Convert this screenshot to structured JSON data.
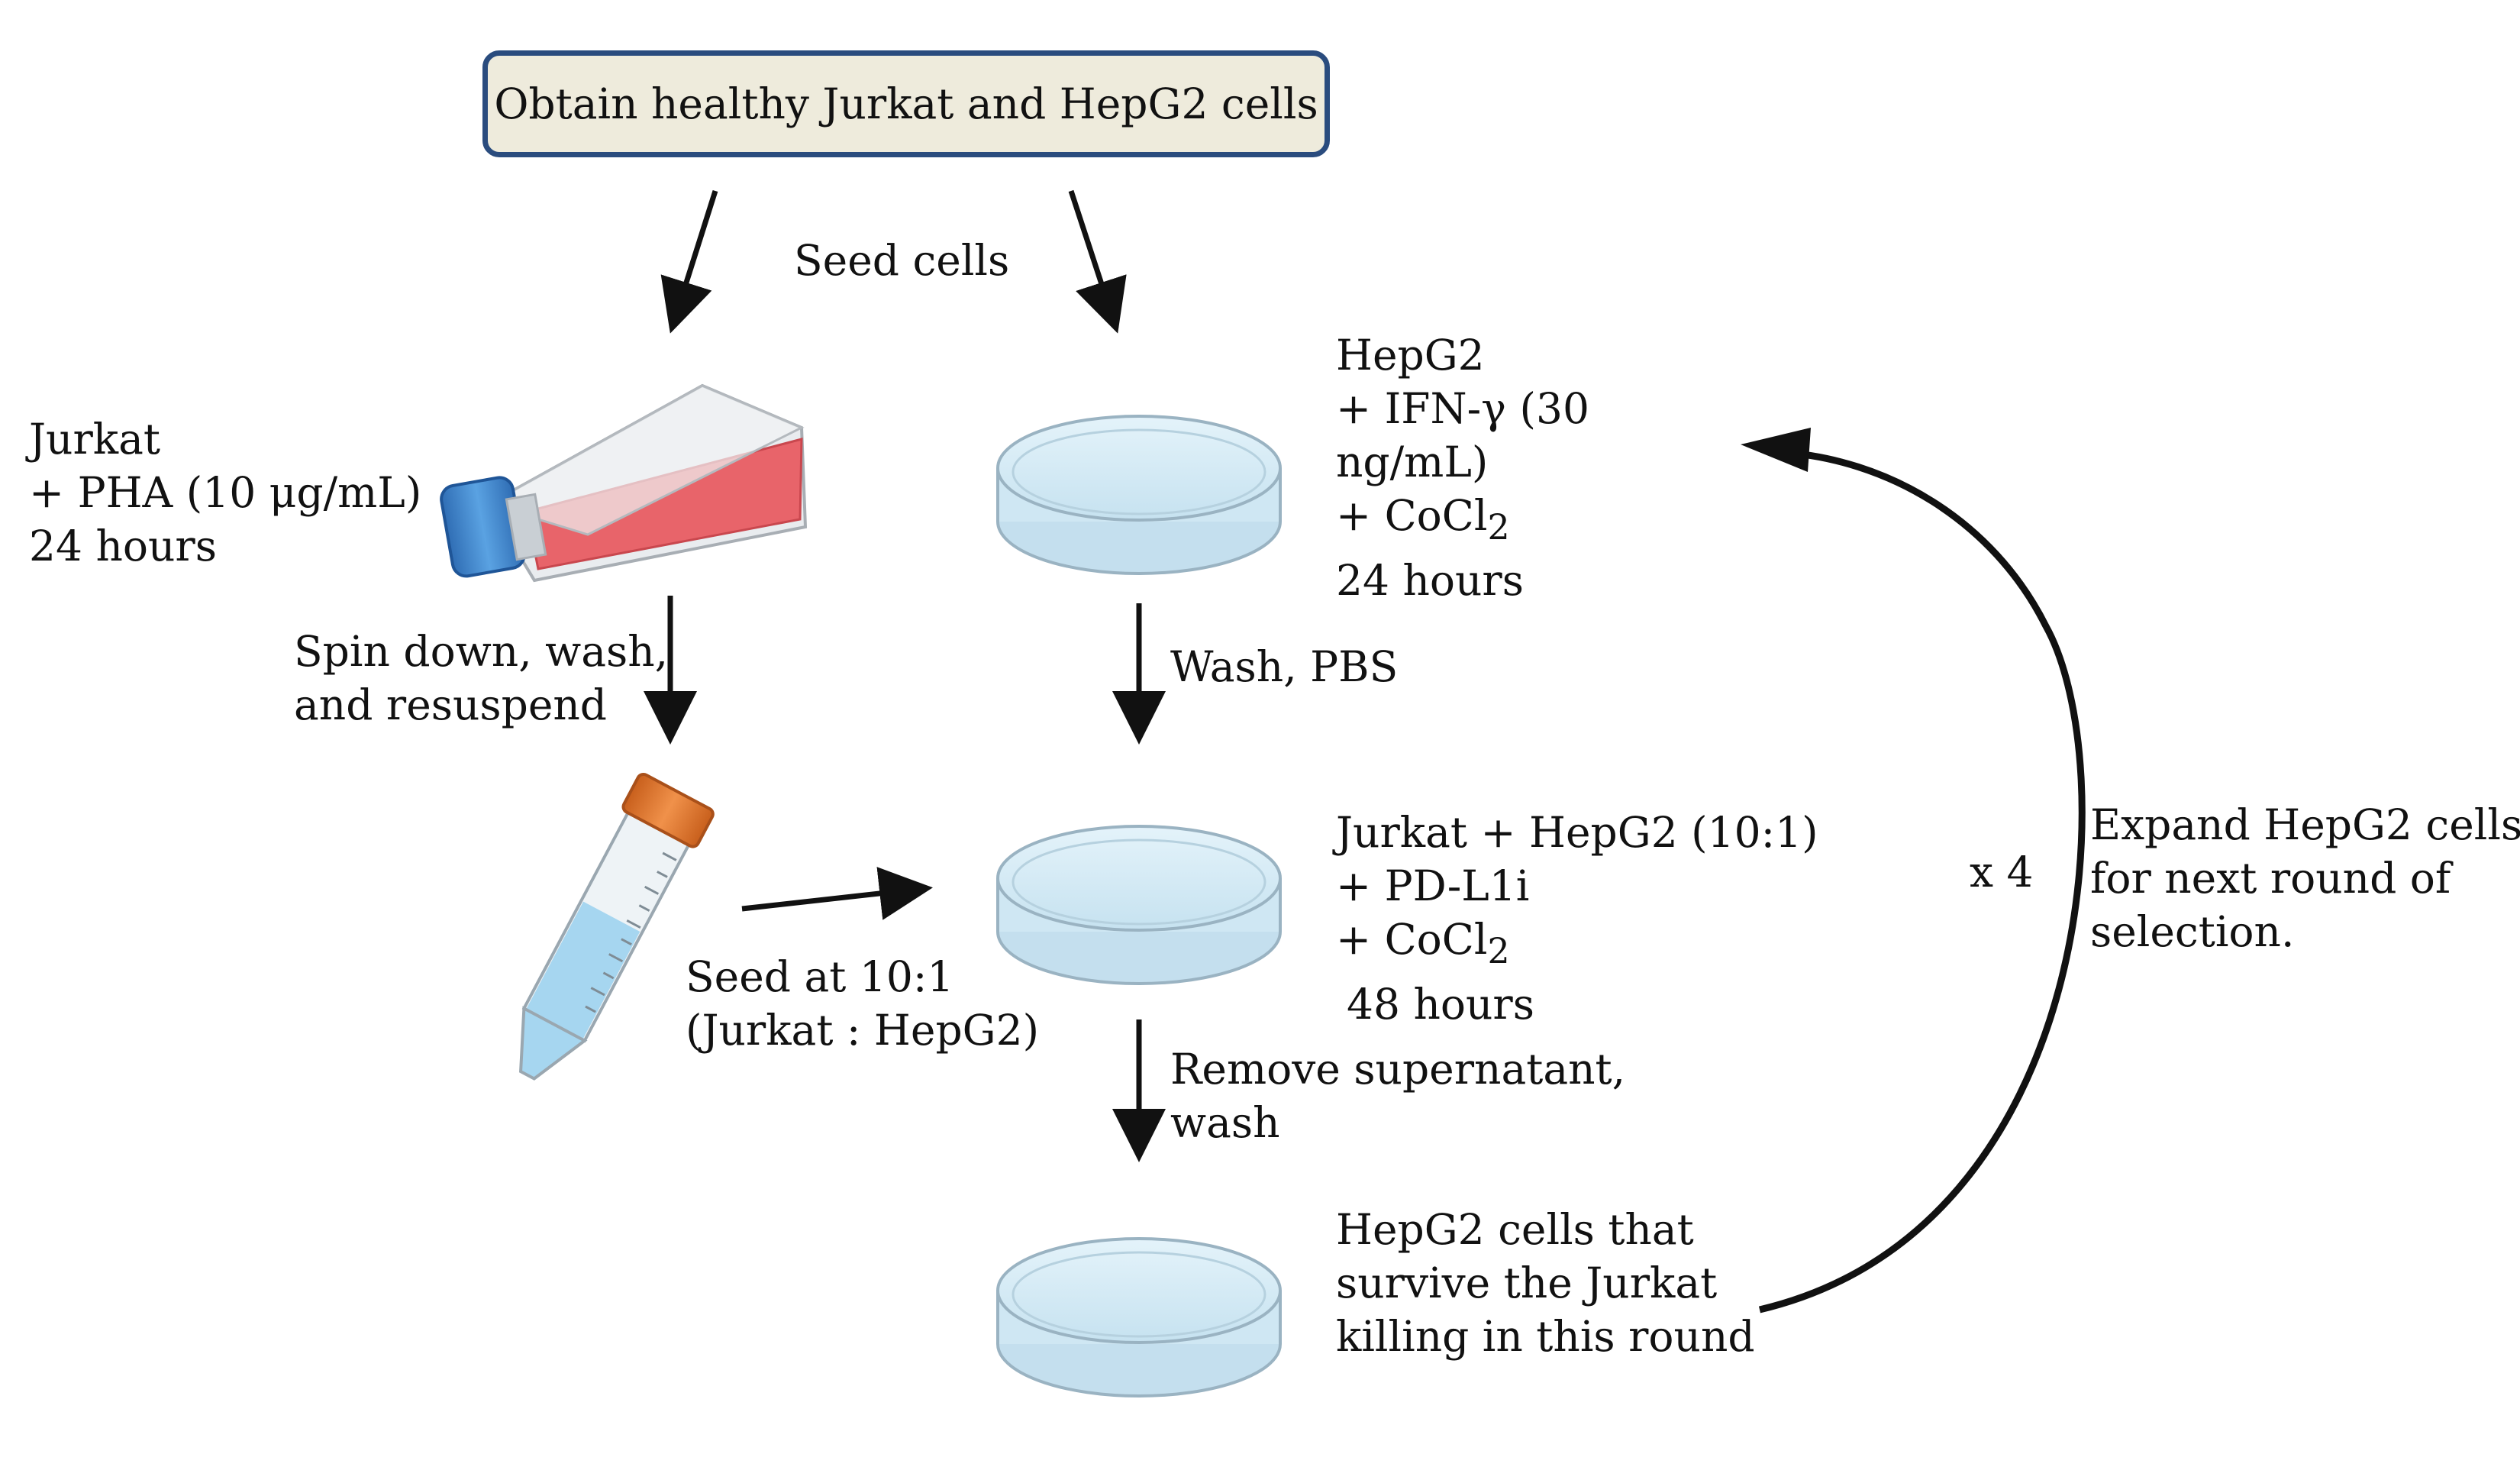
{
  "start_box": "Obtain healthy Jurkat and HepG2 cells",
  "seed_cells": "Seed cells",
  "jurkat_condition": {
    "line1": "Jurkat",
    "line2": "+ PHA (10 μg/mL)",
    "line3": "24 hours"
  },
  "hepg2_condition": {
    "line1": "HepG2",
    "line2": "+ IFN-γ (30",
    "line3": "ng/mL)",
    "line4_main": "+ CoCl",
    "line4_sub": "2",
    "line5": "24 hours"
  },
  "spin_step": {
    "line1": "Spin down, wash,",
    "line2": "and resuspend"
  },
  "wash_pbs": "Wash, PBS",
  "coculture_condition": {
    "line1": "Jurkat + HepG2 (10:1)",
    "line2": "+ PD-L1i",
    "line3_main": "+ CoCl",
    "line3_sub": "2",
    "line4": "48 hours"
  },
  "seed_ratio": {
    "line1": "Seed at 10:1",
    "line2": "(Jurkat : HepG2)"
  },
  "remove_step": {
    "line1": "Remove supernatant,",
    "line2": "wash"
  },
  "survivors": {
    "line1": "HepG2 cells that",
    "line2": "survive the Jurkat",
    "line3": "killing in this round"
  },
  "repeat_count": "x 4",
  "expand_step": {
    "line1": "Expand HepG2 cells",
    "line2": "for next round of",
    "line3": "selection."
  },
  "colors": {
    "box_border": "#2a4c7e",
    "box_fill": "#eeebdc",
    "dish_fill": "#d6ecf6",
    "flask_liquid": "#e8646a",
    "flask_cap": "#3f88d0",
    "tube_cap": "#e0752a",
    "tube_liquid": "#a6d6f0"
  },
  "icons": [
    "culture-flask-icon",
    "petri-dish-icon",
    "centrifuge-tube-icon"
  ]
}
